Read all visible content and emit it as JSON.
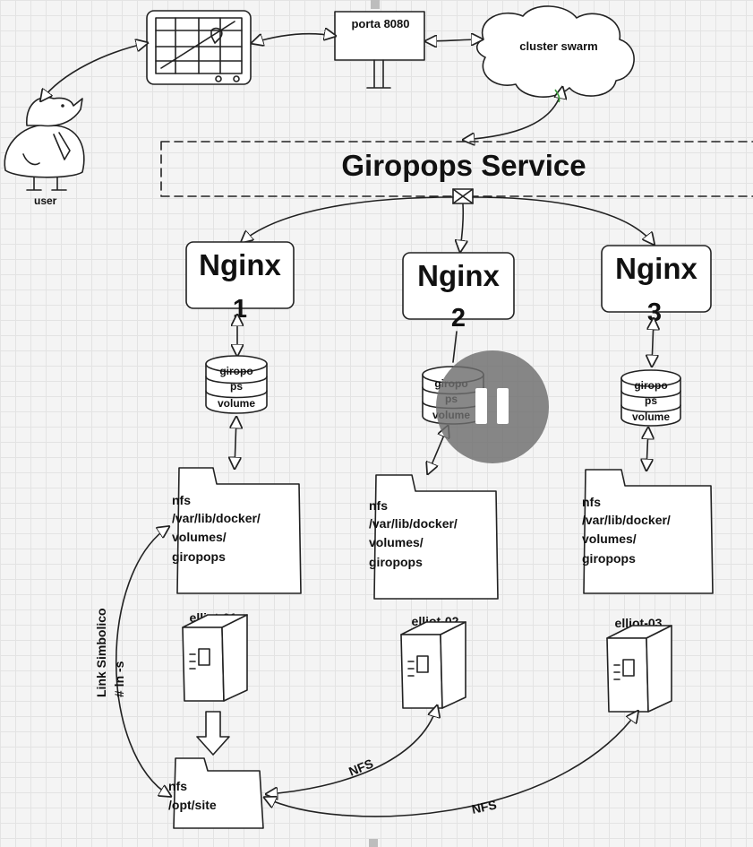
{
  "title": "Giropops Service",
  "labels": {
    "user": "user",
    "port": "porta 8080",
    "cluster": "cluster swarm",
    "symlink_title": "Link Simbolico",
    "symlink_cmd": "# ln -s",
    "nfs_edge_1": "NFS",
    "nfs_edge_2": "NFS"
  },
  "nginx": [
    {
      "name": "Nginx",
      "num": "1"
    },
    {
      "name": "Nginx",
      "num": "2"
    },
    {
      "name": "Nginx",
      "num": "3"
    }
  ],
  "volumes": [
    {
      "l1": "giropo",
      "l2": "ps",
      "l3": "volume"
    },
    {
      "l1": "giropo",
      "l2": "ps",
      "l3": "volume"
    },
    {
      "l1": "giropo",
      "l2": "ps",
      "l3": "volume"
    }
  ],
  "folders": [
    {
      "l1": "nfs",
      "l2": "/var/lib/docker/",
      "l3": "volumes/",
      "l4": "giropops"
    },
    {
      "l1": "nfs",
      "l2": "/var/lib/docker/",
      "l3": "volumes/",
      "l4": "giropops"
    },
    {
      "l1": "nfs",
      "l2": "/var/lib/docker/",
      "l3": "volumes/",
      "l4": "giropops"
    }
  ],
  "servers": [
    "elliot-01",
    "elliot-02",
    "elliot-03"
  ],
  "shared_folder": {
    "l1": "nfs",
    "l2": "/opt/site"
  },
  "icons": {
    "pause": "pause-icon",
    "server": "server-icon",
    "cloud": "cloud-icon",
    "map": "map-screen-icon",
    "user": "user-figure-icon"
  }
}
